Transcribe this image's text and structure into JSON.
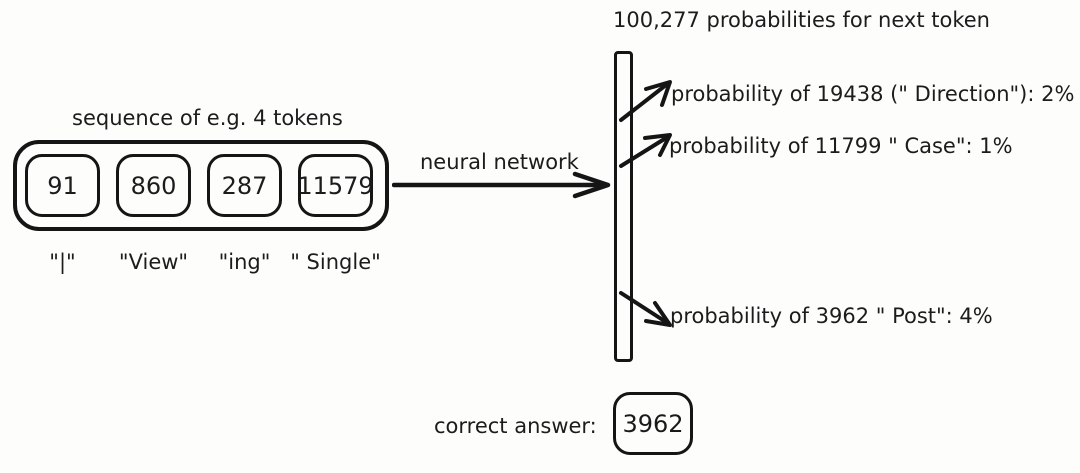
{
  "sequence": {
    "heading": "sequence of e.g. 4 tokens",
    "tokens": [
      {
        "id": "91",
        "label": "\"|\""
      },
      {
        "id": "860",
        "label": "\"View\""
      },
      {
        "id": "287",
        "label": "\"ing\""
      },
      {
        "id": "11579",
        "label": "\" Single\""
      }
    ]
  },
  "transform": {
    "label": "neural network",
    "arrow_icon": "right-arrow-icon"
  },
  "distribution": {
    "heading": "100,277 probabilities for next token",
    "bar_icon": "vertical-bar-icon",
    "entries": [
      {
        "text": "probability of 19438 (\" Direction\"): 2%",
        "token_id": "19438",
        "token": "\" Direction\"",
        "percent": "2%"
      },
      {
        "text": "probability of 11799 \" Case\": 1%",
        "token_id": "11799",
        "token": "\" Case\"",
        "percent": "1%"
      },
      {
        "text": "probability of 3962 \" Post\": 4%",
        "token_id": "3962",
        "token": "\" Post\"",
        "percent": "4%"
      }
    ]
  },
  "answer": {
    "label": "correct answer:",
    "value": "3962"
  },
  "colors": {
    "background": "#fdfdfb",
    "ink": "#1c1c1c",
    "stroke": "#151515"
  }
}
